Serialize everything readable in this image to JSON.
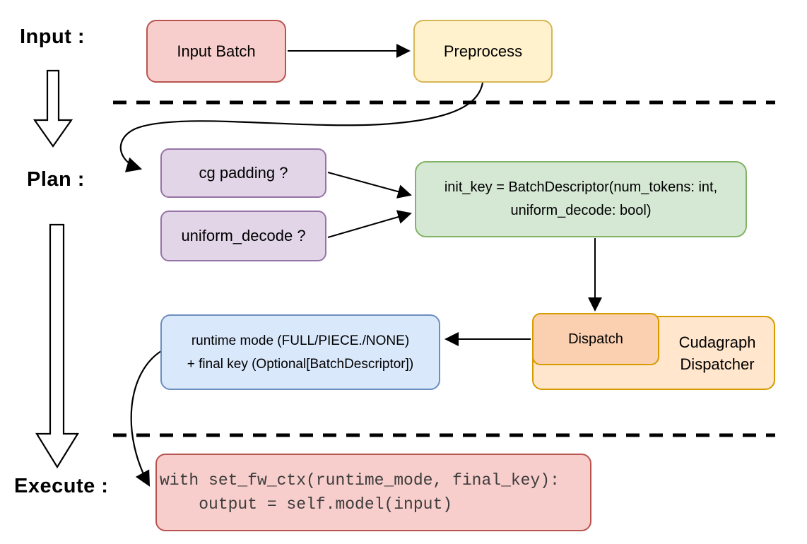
{
  "title": "Cudagraph dispatching flow diagram",
  "stages": {
    "input_label": "Input :",
    "plan_label": "Plan :",
    "execute_label": "Execute :"
  },
  "nodes": {
    "input_batch": {
      "label": "Input Batch"
    },
    "preprocess": {
      "label": "Preprocess"
    },
    "cg_padding": {
      "label": "cg padding ?"
    },
    "uniform_decode": {
      "label": "uniform_decode ?"
    },
    "init_key": {
      "line1": "init_key = BatchDescriptor(num_tokens: int,",
      "line2": "uniform_decode: bool)"
    },
    "runtime_mode": {
      "line1": "runtime mode (FULL/PIECE./NONE)",
      "line2": "+ final key (Optional[BatchDescriptor])"
    },
    "dispatch": {
      "label": "Dispatch"
    },
    "cudagraph_dispatcher": {
      "line1": "Cudagraph",
      "line2": "Dispatcher"
    },
    "execute_code": {
      "code": "with set_fw_ctx(runtime_mode, final_key):\n    output = self.model(input)"
    }
  },
  "palette": {
    "red_fill": "#F8CECC",
    "red_stroke": "#B85450",
    "yellow_fill": "#FFF2CC",
    "yellow_stroke": "#D6B656",
    "purple_fill": "#E1D5E7",
    "purple_stroke": "#9673A6",
    "green_fill": "#D5E8D4",
    "green_stroke": "#82B366",
    "blue_fill": "#DAE8FC",
    "blue_stroke": "#6C8EBF",
    "orange_fill": "#FFE6CC",
    "orange_inner_fill": "#FAD0B0",
    "orange_stroke": "#D79B00",
    "arrow_color": "#000000",
    "code_text_color": "#3b3b3b"
  }
}
